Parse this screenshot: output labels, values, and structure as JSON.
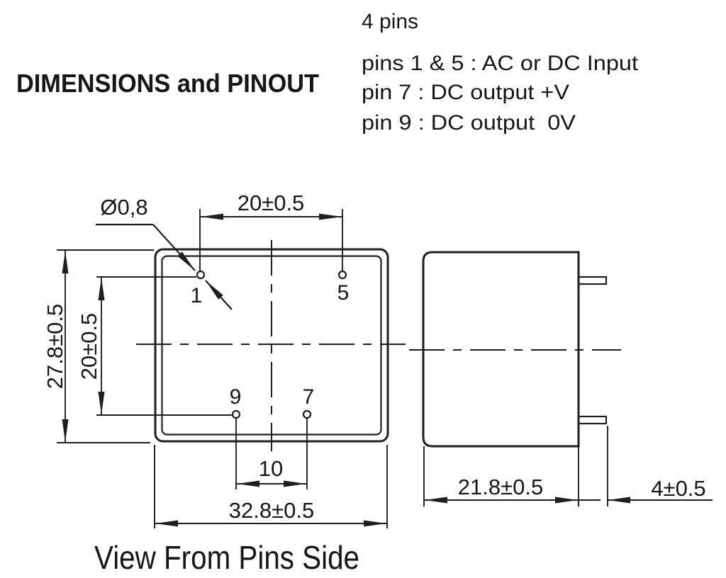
{
  "header": {
    "title": "DIMENSIONS and PINOUT"
  },
  "pinout": {
    "count_label": "4 pins",
    "lines": [
      "pins 1 & 5 : AC or DC Input",
      "pin 7 : DC output +V",
      "pin 9 : DC output  0V"
    ]
  },
  "front_view": {
    "pin_labels": {
      "p1": "1",
      "p5": "5",
      "p9": "9",
      "p7": "7"
    },
    "dims": {
      "pin_diameter": "Ø0,8",
      "top_pin_spacing": "20±0.5",
      "height": "27.8±0.5",
      "vertical_pin_spacing": "20±0.5",
      "bottom_pin_spacing": "10",
      "width": "32.8±0.5"
    }
  },
  "side_view": {
    "dims": {
      "depth": "21.8±0.5",
      "pin_length": "4±0.5"
    }
  },
  "caption": "View From Pins Side",
  "colors": {
    "line": "#1f1f1f",
    "text": "#161616",
    "background": "#ffffff"
  }
}
